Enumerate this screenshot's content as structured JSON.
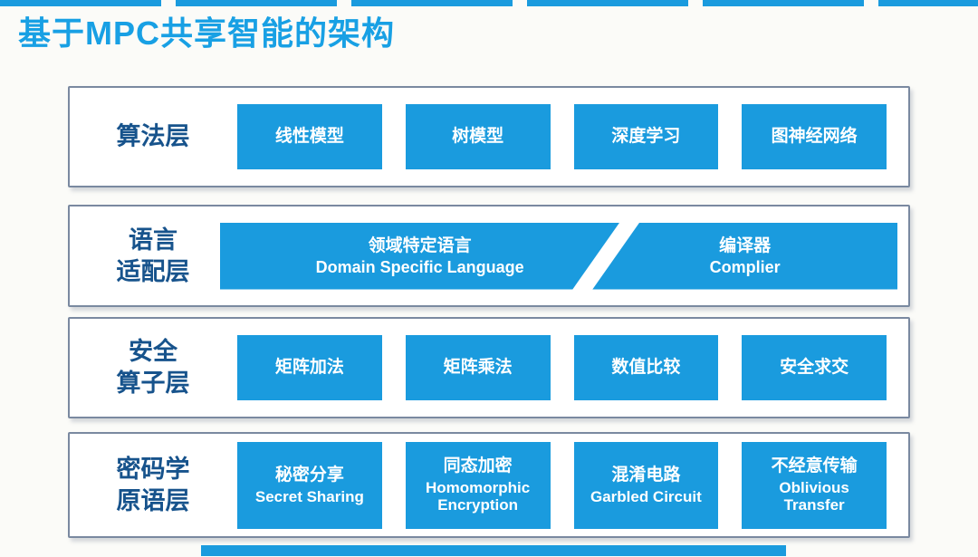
{
  "title": "基于MPC共享智能的架构",
  "colors": {
    "accent_blue": "#1a9bde",
    "title_blue": "#18a0e4",
    "label_blue": "#17538c",
    "panel_border": "#7a89a0"
  },
  "layers": [
    {
      "name": "算法层",
      "label_lines": [
        "算法层"
      ],
      "boxes": [
        {
          "cn": "线性模型"
        },
        {
          "cn": "树模型"
        },
        {
          "cn": "深度学习"
        },
        {
          "cn": "图神经网络"
        }
      ]
    },
    {
      "name": "语言适配层",
      "label_lines": [
        "语言",
        "适配层"
      ],
      "boxes": [
        {
          "cn": "领域特定语言",
          "en": "Domain Specific Language"
        },
        {
          "cn": "编译器",
          "en": "Complier"
        }
      ]
    },
    {
      "name": "安全算子层",
      "label_lines": [
        "安全",
        "算子层"
      ],
      "boxes": [
        {
          "cn": "矩阵加法"
        },
        {
          "cn": "矩阵乘法"
        },
        {
          "cn": "数值比较"
        },
        {
          "cn": "安全求交"
        }
      ]
    },
    {
      "name": "密码学原语层",
      "label_lines": [
        "密码学",
        "原语层"
      ],
      "boxes": [
        {
          "cn": "秘密分享",
          "en": "Secret Sharing"
        },
        {
          "cn": "同态加密",
          "en": "Homomorphic Encryption"
        },
        {
          "cn": "混淆电路",
          "en": "Garbled Circuit"
        },
        {
          "cn": "不经意传输",
          "en": "Oblivious Transfer"
        }
      ]
    }
  ]
}
